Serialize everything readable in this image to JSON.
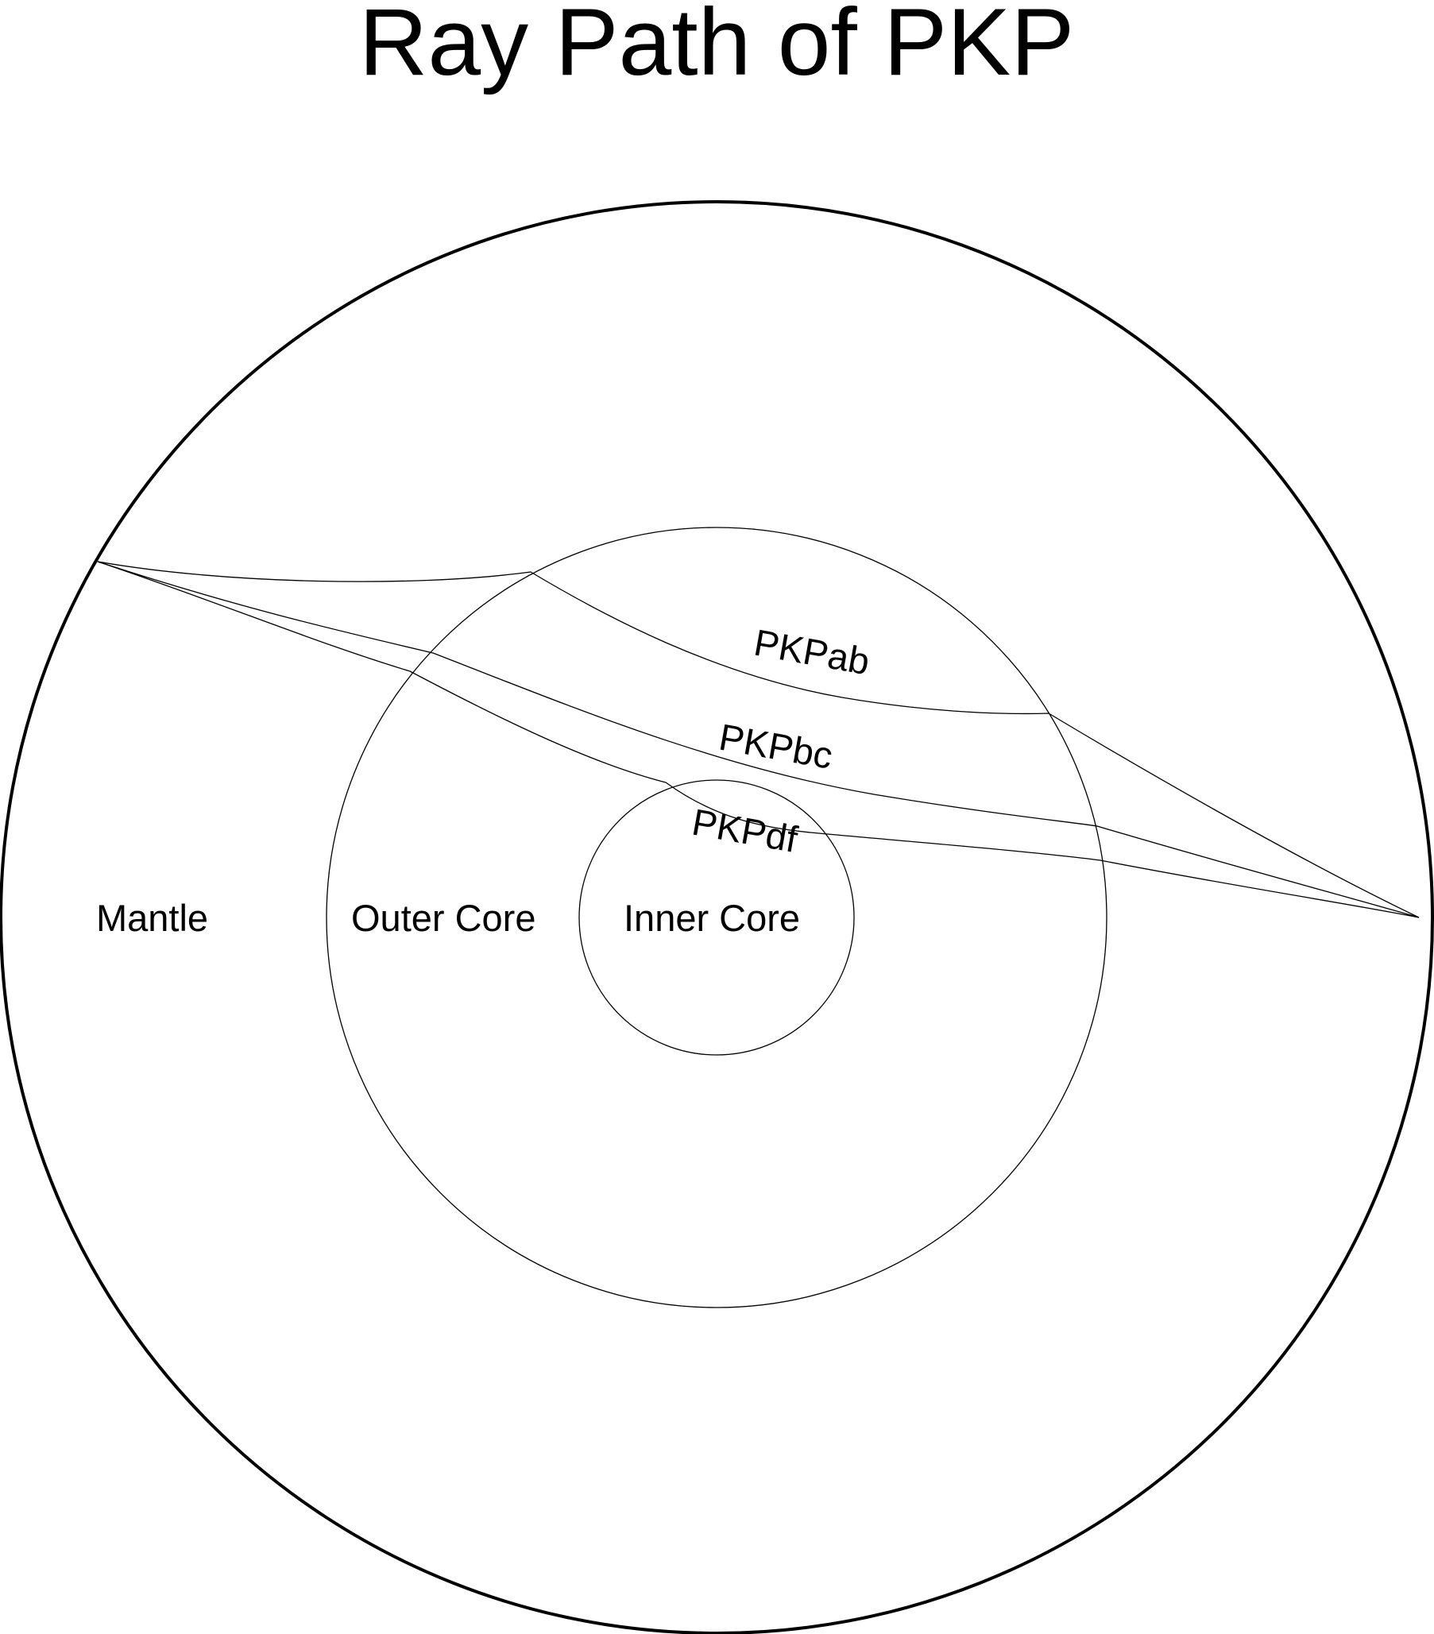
{
  "title": "Ray Path of PKP",
  "regions": {
    "mantle": "Mantle",
    "outer_core": "Outer Core",
    "inner_core": "Inner Core"
  },
  "rays": {
    "pkpab": "PKPab",
    "pkpbc": "PKPbc",
    "pkpdf": "PKPdf"
  },
  "colors": {
    "ink": "#000000",
    "background": "#ffffff"
  }
}
